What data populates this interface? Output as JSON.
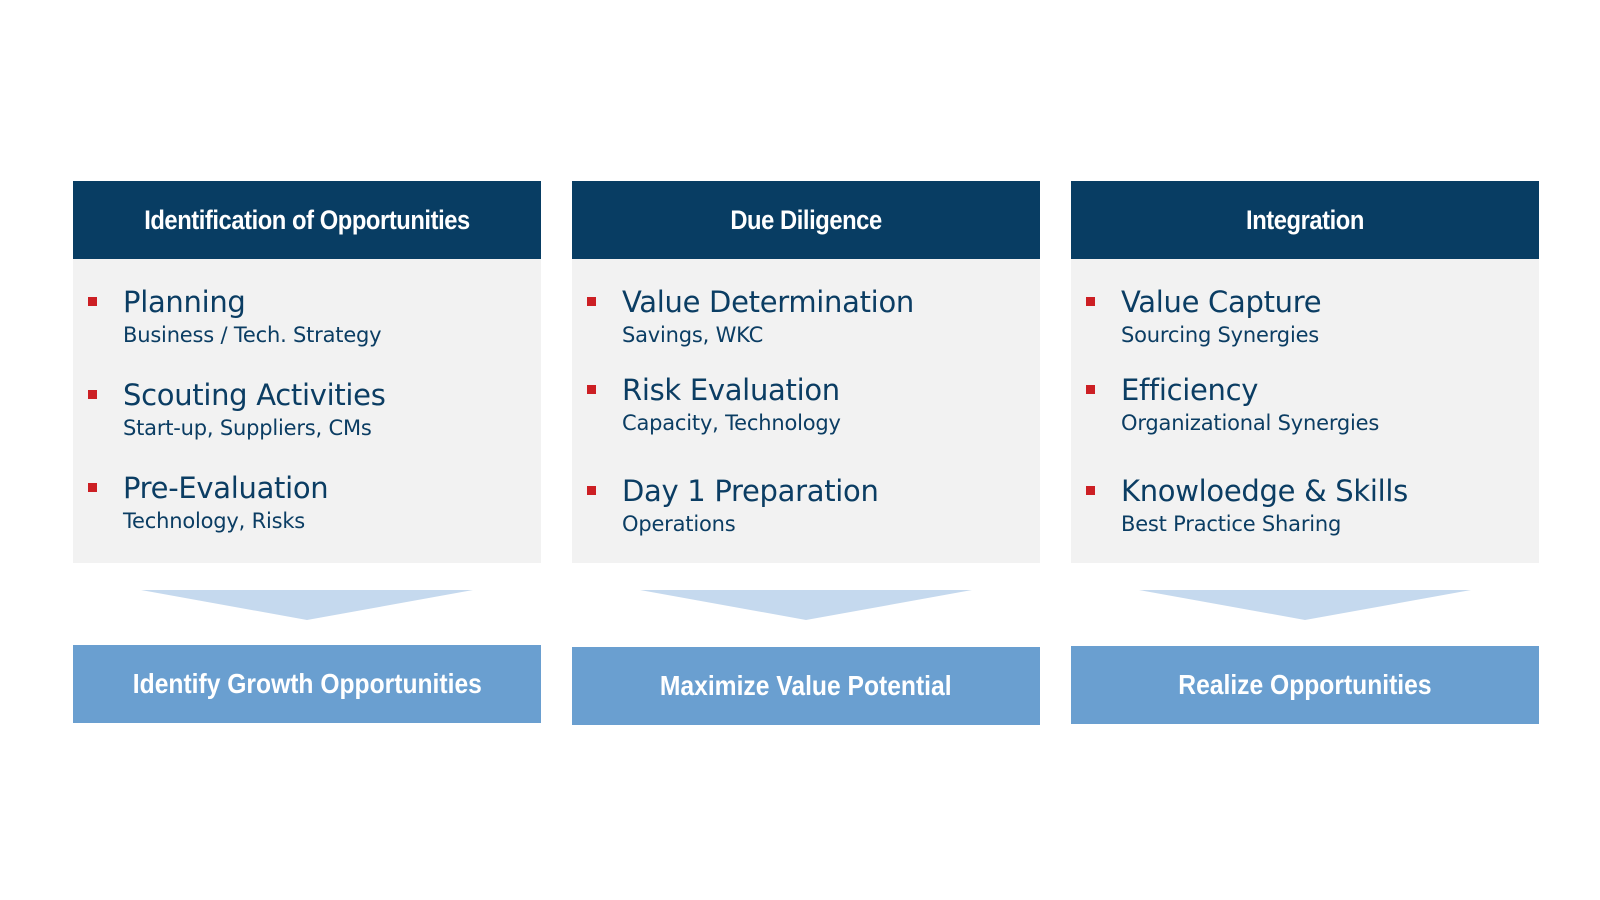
{
  "columns": [
    {
      "header": "Identification of Opportunities",
      "items": [
        {
          "title": "Planning",
          "subtitle": "Business / Tech. Strategy"
        },
        {
          "title": "Scouting Activities",
          "subtitle": "Start-up, Suppliers, CMs"
        },
        {
          "title": "Pre-Evaluation",
          "subtitle": "Technology, Risks"
        }
      ],
      "result": "Identify Growth Opportunities"
    },
    {
      "header": "Due Diligence",
      "items": [
        {
          "title": "Value Determination",
          "subtitle": "Savings, WKC"
        },
        {
          "title": "Risk Evaluation",
          "subtitle": "Capacity, Technology"
        },
        {
          "title": "Day 1 Preparation",
          "subtitle": "Operations"
        }
      ],
      "result": "Maximize Value Potential"
    },
    {
      "header": "Integration",
      "items": [
        {
          "title": "Value Capture",
          "subtitle": "Sourcing Synergies"
        },
        {
          "title": "Efficiency",
          "subtitle": "Organizational Synergies"
        },
        {
          "title": "Knowloedge & Skills",
          "subtitle": "Best Practice Sharing"
        }
      ],
      "result": "Realize Opportunities"
    }
  ],
  "colors": {
    "header_bg": "#083d63",
    "body_bg": "#f2f2f2",
    "bullet": "#cc1f24",
    "text": "#0b3d63",
    "arrow": "#c5d9ee",
    "result_bg": "#6a9fd0"
  }
}
